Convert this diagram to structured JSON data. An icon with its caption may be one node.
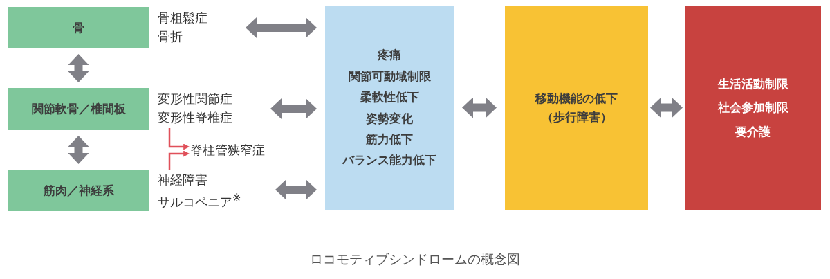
{
  "diagram": {
    "caption": "ロコモティブシンドロームの概念図",
    "nodes": [
      {
        "text": [
          "骨"
        ]
      },
      {
        "text": [
          "関節軟骨／椎間板"
        ]
      },
      {
        "text": [
          "筋肉／神経系"
        ]
      },
      {
        "text": [
          "骨粗鬆症",
          "骨折"
        ]
      },
      {
        "text": [
          "変形性関節症",
          "変形性脊椎症"
        ]
      },
      {
        "text": [
          "脊柱管狭窄症"
        ]
      },
      {
        "text": [
          "神経障害",
          "サルコペニア$^{※}$"
        ]
      },
      {
        "text": [
          "疼痛",
          "関節可動域制限",
          "柔軟性低下",
          "姿勢変化",
          "筋力低下",
          "バランス能力低下"
        ]
      },
      {
        "text": [
          "移動機能の低下",
          "（歩行障害）"
        ]
      },
      {
        "text": [
          "生活活動制限",
          "社会参加制限",
          "要介護"
        ]
      }
    ],
    "edges": [
      {
        "from": 0,
        "to": 1,
        "arrow": "both"
      },
      {
        "from": 1,
        "to": 2,
        "arrow": "both"
      },
      {
        "from": 3,
        "to": 7,
        "arrow": "both"
      },
      {
        "from": 4,
        "to": 7,
        "arrow": "both"
      },
      {
        "from": 6,
        "to": 7,
        "arrow": "both"
      },
      {
        "from": 4,
        "to": 5,
        "arrow": "to",
        "color": "#e0505a"
      },
      {
        "from": 6,
        "to": 5,
        "arrow": "to",
        "color": "#e0505a"
      },
      {
        "from": 7,
        "to": 8,
        "arrow": "both"
      },
      {
        "from": 8,
        "to": 9,
        "arrow": "both"
      }
    ]
  }
}
